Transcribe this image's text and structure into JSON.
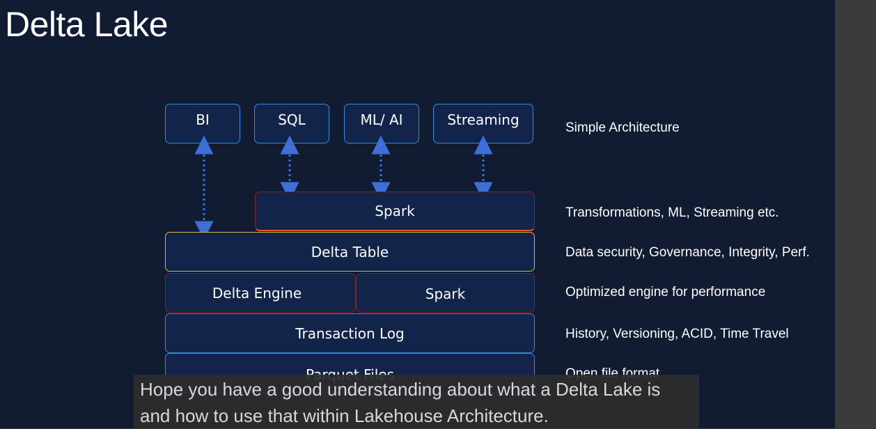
{
  "slide": {
    "title": "Delta Lake"
  },
  "consumers": [
    {
      "label": "BI"
    },
    {
      "label": "SQL"
    },
    {
      "label": "ML/ AI"
    },
    {
      "label": "Streaming"
    }
  ],
  "layers": {
    "spark_top": "Spark",
    "delta_table": "Delta Table",
    "delta_engine": "Delta Engine",
    "spark_engine": "Spark",
    "transaction_log": "Transaction Log",
    "parquet_files": "Parquet Files"
  },
  "descriptions": {
    "consumers": "Simple Architecture",
    "spark_top": "Transformations, ML, Streaming etc.",
    "delta_table": "Data security, Governance, Integrity, Perf.",
    "engine": "Optimized engine for performance",
    "transaction_log": "History, Versioning, ACID, Time Travel",
    "parquet_files": "Open file format"
  },
  "caption": {
    "line1": "Hope you have a good understanding about what a Delta Lake is",
    "line2": "and how to use that within Lakehouse Architecture."
  },
  "colors": {
    "background": "#111c33",
    "box_fill": "#13244a",
    "blue_border": "#2f8ee0",
    "red_border": "#8c1e1e",
    "gold_border": "#d9b840",
    "arrow": "#3d6fd6"
  }
}
